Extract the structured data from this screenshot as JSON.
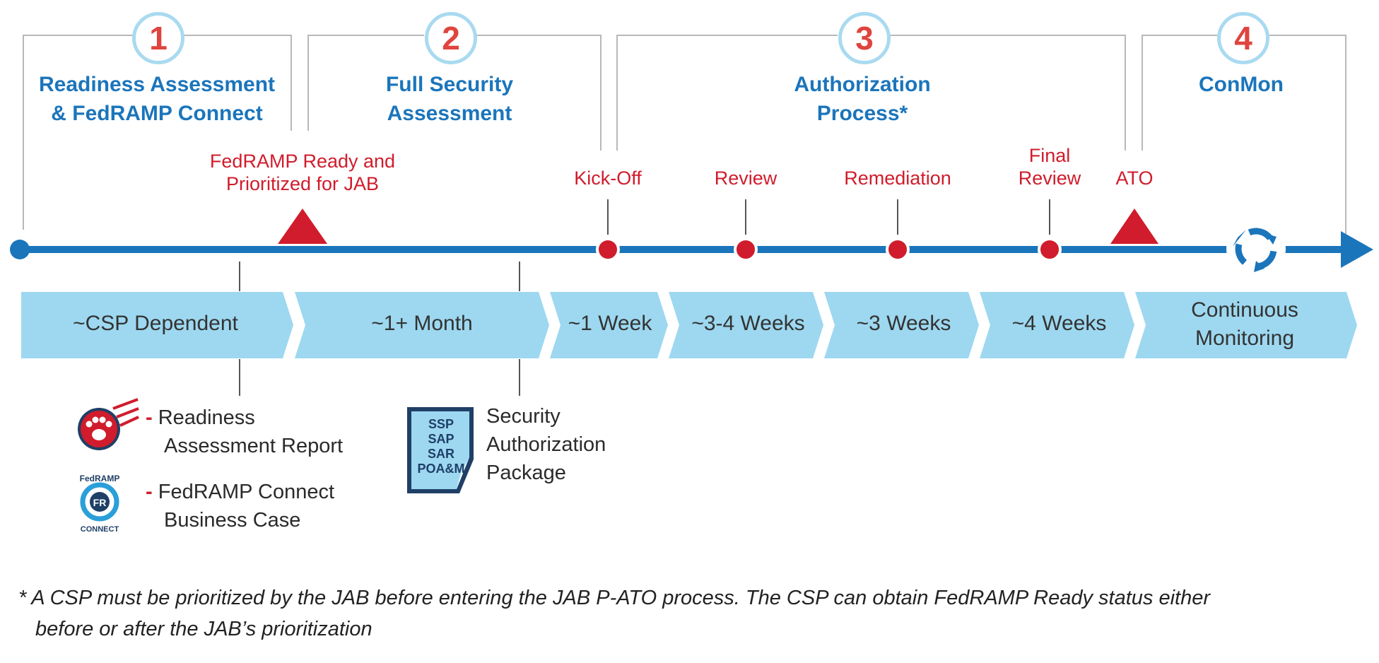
{
  "phases": [
    {
      "number": "1",
      "title_lines": [
        "Readiness Assessment",
        "& FedRAMP Connect"
      ]
    },
    {
      "number": "2",
      "title_lines": [
        "Full Security",
        "Assessment"
      ]
    },
    {
      "number": "3",
      "title_lines": [
        "Authorization",
        "Process*"
      ]
    },
    {
      "number": "4",
      "title_lines": [
        "ConMon"
      ]
    }
  ],
  "milestones": [
    {
      "label_lines": [
        "FedRAMP Ready and",
        "Prioritized for JAB"
      ],
      "marker": "triangle"
    },
    {
      "label_lines": [
        "Kick-Off"
      ],
      "marker": "dot"
    },
    {
      "label_lines": [
        "Review"
      ],
      "marker": "dot"
    },
    {
      "label_lines": [
        "Remediation"
      ],
      "marker": "dot"
    },
    {
      "label_lines": [
        "Final",
        "Review"
      ],
      "marker": "dot"
    },
    {
      "label_lines": [
        "ATO"
      ],
      "marker": "triangle"
    }
  ],
  "durations": [
    {
      "label_lines": [
        "~CSP Dependent"
      ]
    },
    {
      "label_lines": [
        "~1+ Month"
      ]
    },
    {
      "label_lines": [
        "~1 Week"
      ]
    },
    {
      "label_lines": [
        "~3-4 Weeks"
      ]
    },
    {
      "label_lines": [
        "~3 Weeks"
      ]
    },
    {
      "label_lines": [
        "~4 Weeks"
      ]
    },
    {
      "label_lines": [
        "Continuous",
        "Monitoring"
      ]
    }
  ],
  "deliverables": {
    "readiness_report": {
      "dash": "-",
      "lines": [
        "Readiness",
        "Assessment Report"
      ],
      "icon": "fedramp-paw-logo-icon"
    },
    "connect_case": {
      "dash": "-",
      "lines": [
        "FedRAMP Connect",
        "Business Case"
      ],
      "icon": "fedramp-connect-logo-icon",
      "logo_top_text": "FedRAMP",
      "logo_bottom_text": "CONNECT"
    },
    "package": {
      "lines": [
        "Security",
        "Authorization",
        "Package"
      ],
      "icon": "document-icon",
      "doc_lines": [
        "SSP",
        "SAP",
        "SAR",
        "POA&M"
      ]
    }
  },
  "footnote_lines": [
    "* A CSP must be prioritized by the JAB before entering the JAB P-ATO process. The CSP can obtain FedRAMP Ready status either",
    "before or after the JAB’s prioritization"
  ],
  "icons": {
    "timeline_end": "arrow-right-icon",
    "conmon": "cycle-icon"
  },
  "colors": {
    "blue": "#1b75bb",
    "light_blue": "#9dd8f0",
    "red": "#d01c2c",
    "number_red": "#e0443e",
    "bracket_gray": "#b8b8b8"
  }
}
